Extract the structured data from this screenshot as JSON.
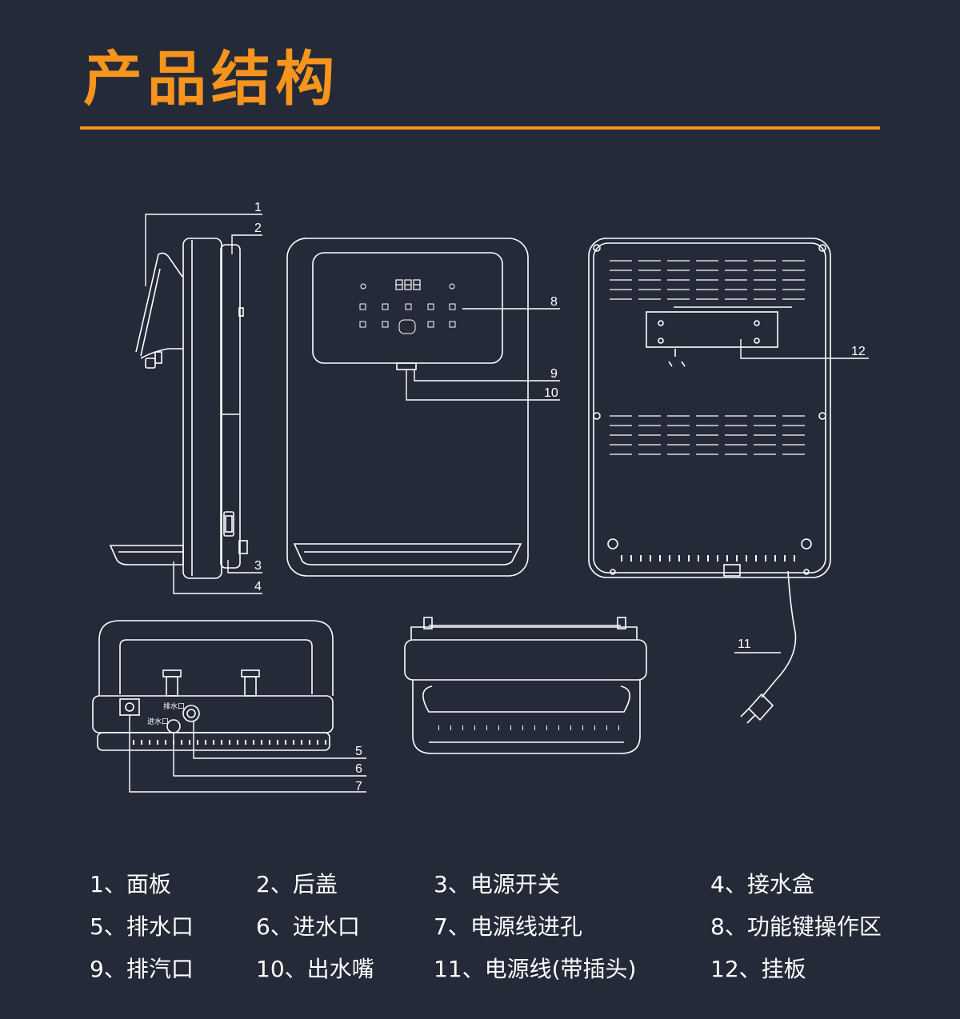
{
  "title": "产品结构",
  "colors": {
    "background": "#242a38",
    "accent": "#f7941d",
    "line": "#ffffff"
  },
  "callouts": {
    "c1": "1",
    "c2": "2",
    "c3": "3",
    "c4": "4",
    "c5": "5",
    "c6": "6",
    "c7": "7",
    "c8": "8",
    "c9": "9",
    "c10": "10",
    "c11": "11",
    "c12": "12"
  },
  "panel_labels": {
    "water_drain": "排水口",
    "water_inlet": "进水口"
  },
  "legend": [
    "1、面板",
    "2、后盖",
    "3、电源开关",
    "4、接水盒",
    "5、排水口",
    "6、进水口",
    "7、电源线进孔",
    "8、功能键操作区",
    "9、排汽口",
    "10、出水嘴",
    "11、电源线(带插头)",
    "12、挂板"
  ]
}
